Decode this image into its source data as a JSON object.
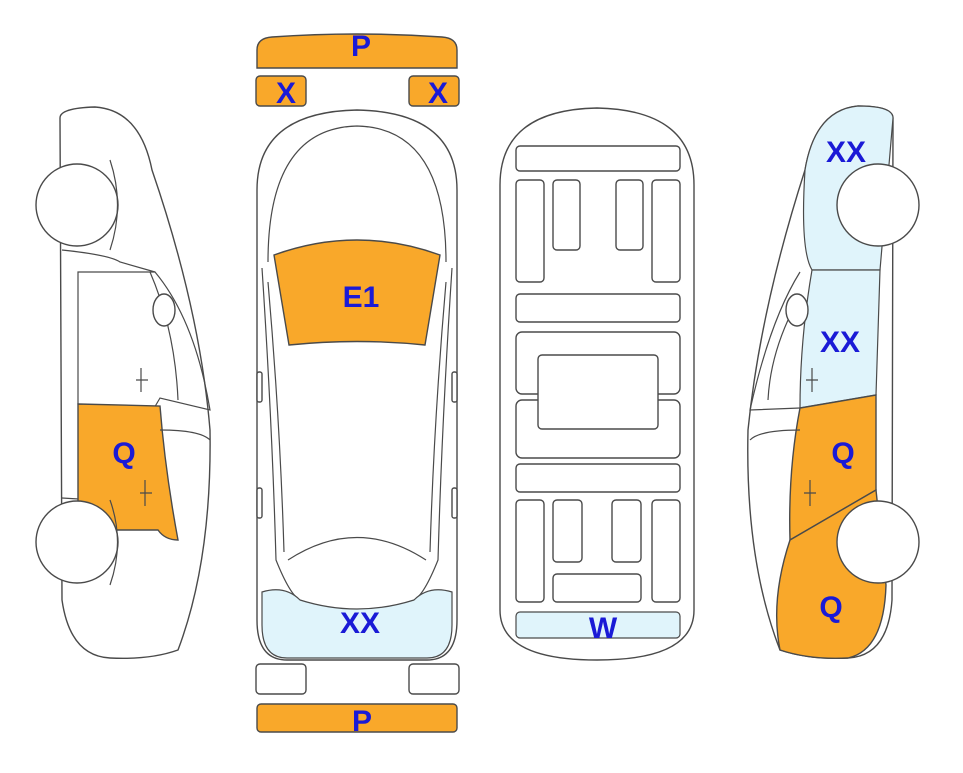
{
  "colors": {
    "damage": "#F9A82A",
    "light_damage": "#E0F4FB",
    "label": "#1A1AD6",
    "line": "#4A4A4A"
  },
  "zones": {
    "front_bumper": {
      "label": "P",
      "state": "damage"
    },
    "front_left_light": {
      "label": "X",
      "state": "damage"
    },
    "front_right_light": {
      "label": "X",
      "state": "damage"
    },
    "windshield": {
      "label": "E1",
      "state": "damage"
    },
    "rear_window": {
      "label": "XX",
      "state": "light_damage"
    },
    "rear_bumper": {
      "label": "P",
      "state": "damage"
    },
    "left_rear_door": {
      "label": "Q",
      "state": "damage"
    },
    "underbody_rear": {
      "label": "W",
      "state": "light_damage"
    },
    "right_front_fender": {
      "label": "XX",
      "state": "light_damage"
    },
    "right_front_door": {
      "label": "XX",
      "state": "light_damage"
    },
    "right_rear_door": {
      "label": "Q",
      "state": "damage"
    },
    "right_rear_quarter": {
      "label": "Q",
      "state": "damage"
    }
  }
}
